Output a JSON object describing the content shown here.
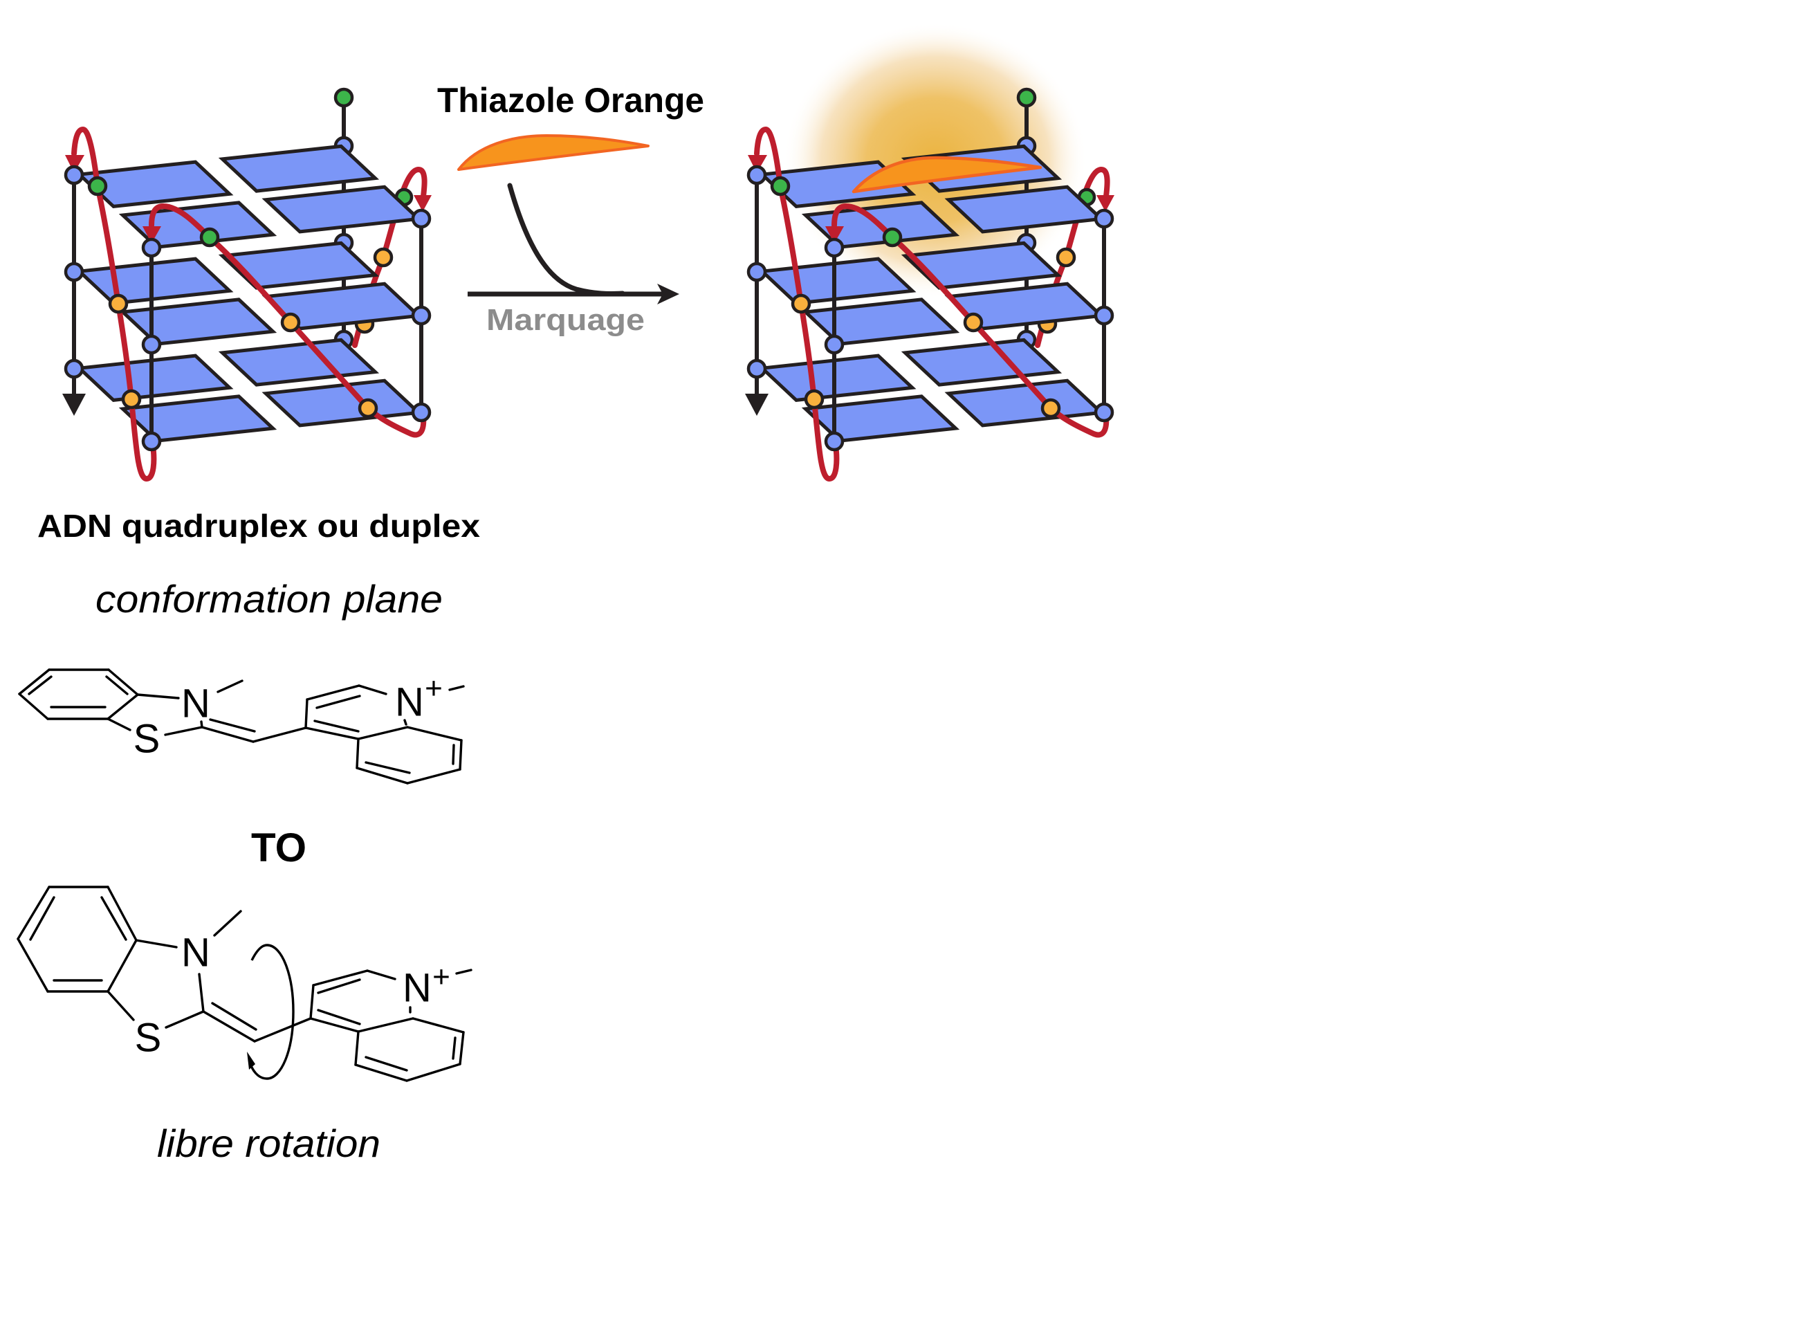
{
  "title": "Thiazole Orange",
  "arrow_label": "Marquage",
  "dna_label": "ADN quadruplex ou duplex",
  "planar_caption": "conformation plane",
  "compound_label": "TO",
  "rotation_caption": "libre rotation",
  "molecule_planar": {
    "atoms": {
      "n1": "N",
      "s1": "S",
      "n2": "N",
      "charge": "+"
    }
  },
  "molecule_rotating": {
    "atoms": {
      "n1": "N",
      "s1": "S",
      "n2": "N",
      "charge": "+"
    }
  },
  "icons": {
    "dna_structure_unlabeled": "g-quadruplex-diagram",
    "dna_structure_labeled": "g-quadruplex-with-dye-diagram",
    "dye": "thiazole-orange-blade",
    "reaction_arrow": "curved-arrow-right",
    "rotation": "rotation-arrow"
  },
  "colors": {
    "plate": "#7b96f7",
    "outline": "#231f20",
    "strand": "#be1e2d",
    "bead_green": "#3cb54a",
    "bead_orange": "#f9b03d",
    "node_blue": "#7b96f7",
    "dye_fill": "#f7941d",
    "dye_stroke": "#f26522",
    "glow": "#ebb441",
    "label_gray": "#8c8c8c",
    "text": "#000000"
  }
}
